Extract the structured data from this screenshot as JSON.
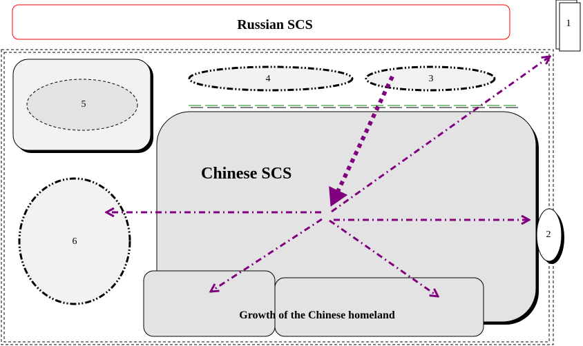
{
  "diagram": {
    "colors": {
      "arrow": "#800080",
      "header_border": "#ff0000",
      "divider_green": "#008000",
      "fill_light": "#f2f2f2",
      "fill_mid": "#e3e3e3"
    },
    "header": {
      "label": "Russian SCS"
    },
    "marker_1": {
      "label": "1"
    },
    "marker_2": {
      "label": "2"
    },
    "ellipse_3": {
      "label": "3"
    },
    "ellipse_4": {
      "label": "4"
    },
    "ellipse_5": {
      "label": "5"
    },
    "ellipse_6": {
      "label": "6"
    },
    "main_box": {
      "label": "Chinese SCS"
    },
    "homeland": {
      "label": "Growth of the Chinese homeland"
    },
    "arrows": [
      {
        "from": "ellipse-3",
        "to": "chinese-scs-center",
        "style": "thick-dotted"
      },
      {
        "from": "chinese-scs-center",
        "to": "marker-1",
        "style": "dash-dot"
      },
      {
        "from": "chinese-scs-center",
        "to": "ellipse-6",
        "style": "dash-dot"
      },
      {
        "from": "chinese-scs-center",
        "to": "marker-2",
        "style": "dash-dot"
      },
      {
        "from": "chinese-scs-center",
        "to": "homeland-left",
        "style": "dash-dot"
      },
      {
        "from": "chinese-scs-center",
        "to": "homeland-right",
        "style": "dash-dot"
      }
    ]
  }
}
